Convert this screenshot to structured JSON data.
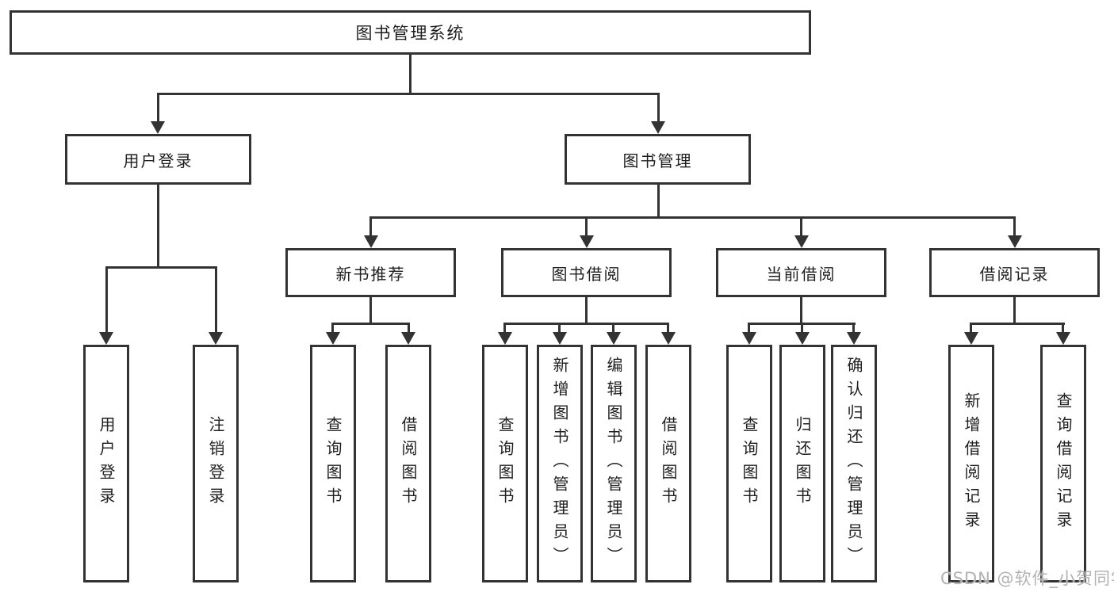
{
  "diagram": {
    "root": "图书管理系统",
    "level2": [
      "用户登录",
      "图书管理"
    ],
    "level3": [
      "新书推荐",
      "图书借阅",
      "当前借阅",
      "借阅记录"
    ],
    "login_children": [
      "用户登录",
      "注销登录"
    ],
    "recommend_children": [
      "查询图书",
      "借阅图书"
    ],
    "borrow_children": [
      "查询图书",
      "新增图书（管理员）",
      "编辑图书（管理员）",
      "借阅图书"
    ],
    "current_children": [
      "查询图书",
      "归还图书",
      "确认归还（管理员）"
    ],
    "record_children": [
      "新增借阅记录",
      "查询借阅记录"
    ]
  },
  "watermark": "CSDN @软件_小贺同学",
  "colors": {
    "line": "#333333",
    "box_border": "#333333",
    "text": "#1f1f1f",
    "background": "#ffffff",
    "watermark": "#b2b2b2"
  }
}
